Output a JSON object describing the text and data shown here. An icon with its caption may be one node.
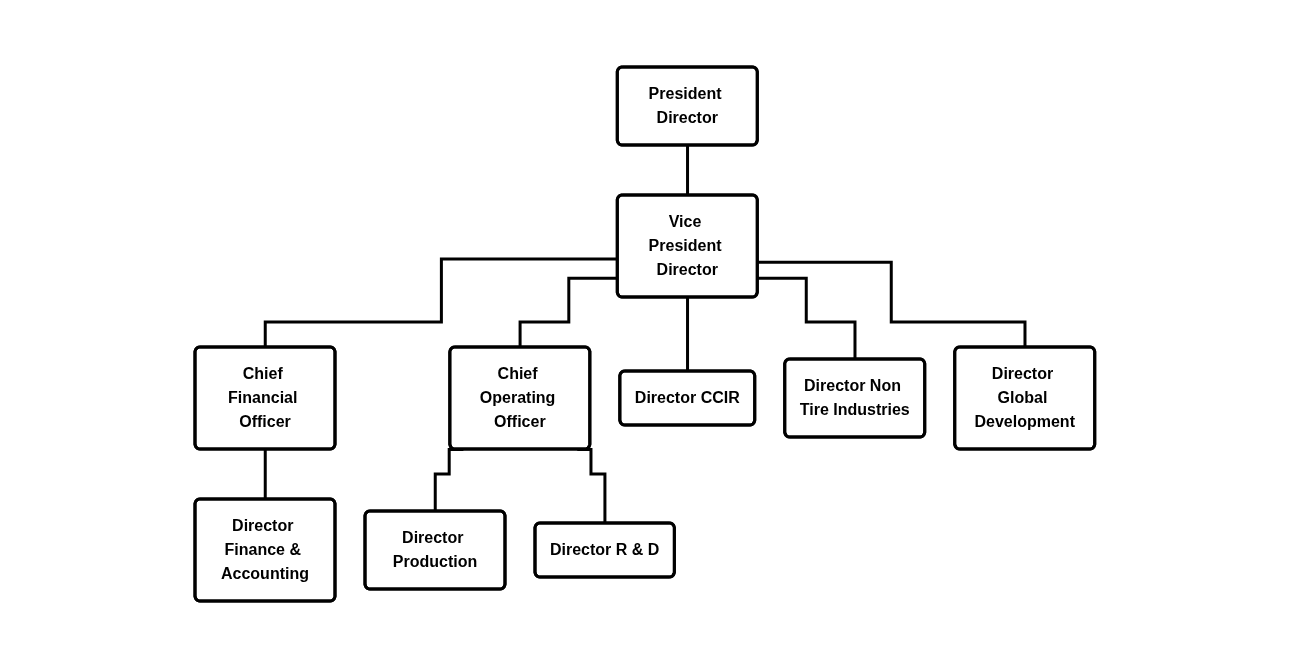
{
  "diagram": {
    "nodes": [
      {
        "text": [
          "President Director"
        ]
      },
      {
        "text": [
          "Vice President Director"
        ]
      },
      {
        "text": [
          "Chief Financial Officer"
        ]
      },
      {
        "text": [
          "Chief Operating Officer"
        ]
      },
      {
        "text": [
          "Director CCIR"
        ]
      },
      {
        "text": [
          "Director Finance & Accounting"
        ]
      },
      {
        "text": [
          "Director Production"
        ]
      },
      {
        "text": [
          "Director R & D"
        ]
      },
      {
        "text": [
          "Director Non Tire Industries"
        ]
      },
      {
        "text": [
          "Director Global Development"
        ]
      }
    ],
    "edges": [
      {
        "from": 0,
        "to": 1,
        "arrow": "none"
      },
      {
        "from": 1,
        "to": 4,
        "arrow": "none"
      },
      {
        "from": 1,
        "to": 2,
        "arrow": "none"
      },
      {
        "from": 1,
        "to": 3,
        "arrow": "none"
      },
      {
        "from": 1,
        "to": 8,
        "arrow": "none"
      },
      {
        "from": 1,
        "to": 9,
        "arrow": "none"
      },
      {
        "from": 2,
        "to": 5,
        "arrow": "none"
      },
      {
        "from": 3,
        "to": 6,
        "arrow": "none"
      },
      {
        "from": 3,
        "to": 7,
        "arrow": "none"
      }
    ]
  }
}
